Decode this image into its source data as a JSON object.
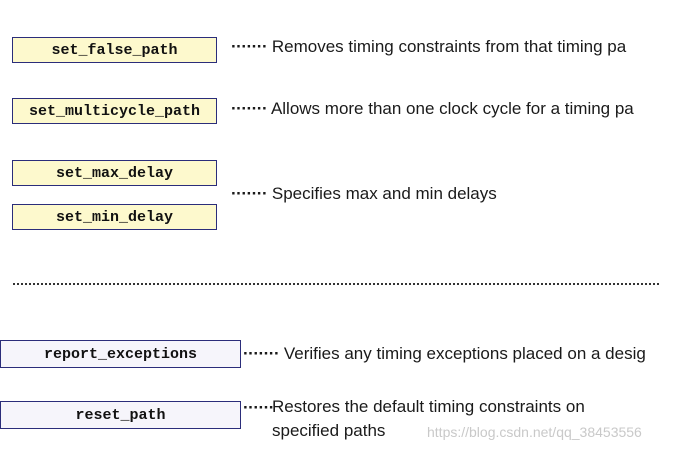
{
  "commands": {
    "set_false_path": "set_false_path",
    "set_multicycle_path": "set_multicycle_path",
    "set_max_delay": "set_max_delay",
    "set_min_delay": "set_min_delay",
    "report_exceptions": "report_exceptions",
    "reset_path": "reset_path"
  },
  "descriptions": {
    "false_path": "Removes timing constraints from that timing pa",
    "multicycle_path": "Allows more than one clock cycle for a timing pa",
    "max_min_delay": "Specifies max and min delays",
    "report_exceptions": "Verifies any timing exceptions placed on a desig",
    "reset_path_line1": "Restores the default timing constraints on",
    "reset_path_line2": "specified paths"
  },
  "leader": "·······",
  "watermark": "https://blog.csdn.net/qq_38453556",
  "colors": {
    "box_fill": "#fdf9cd",
    "box_border": "#2b2d7a",
    "report_box_fill": "#f6f5fb"
  }
}
